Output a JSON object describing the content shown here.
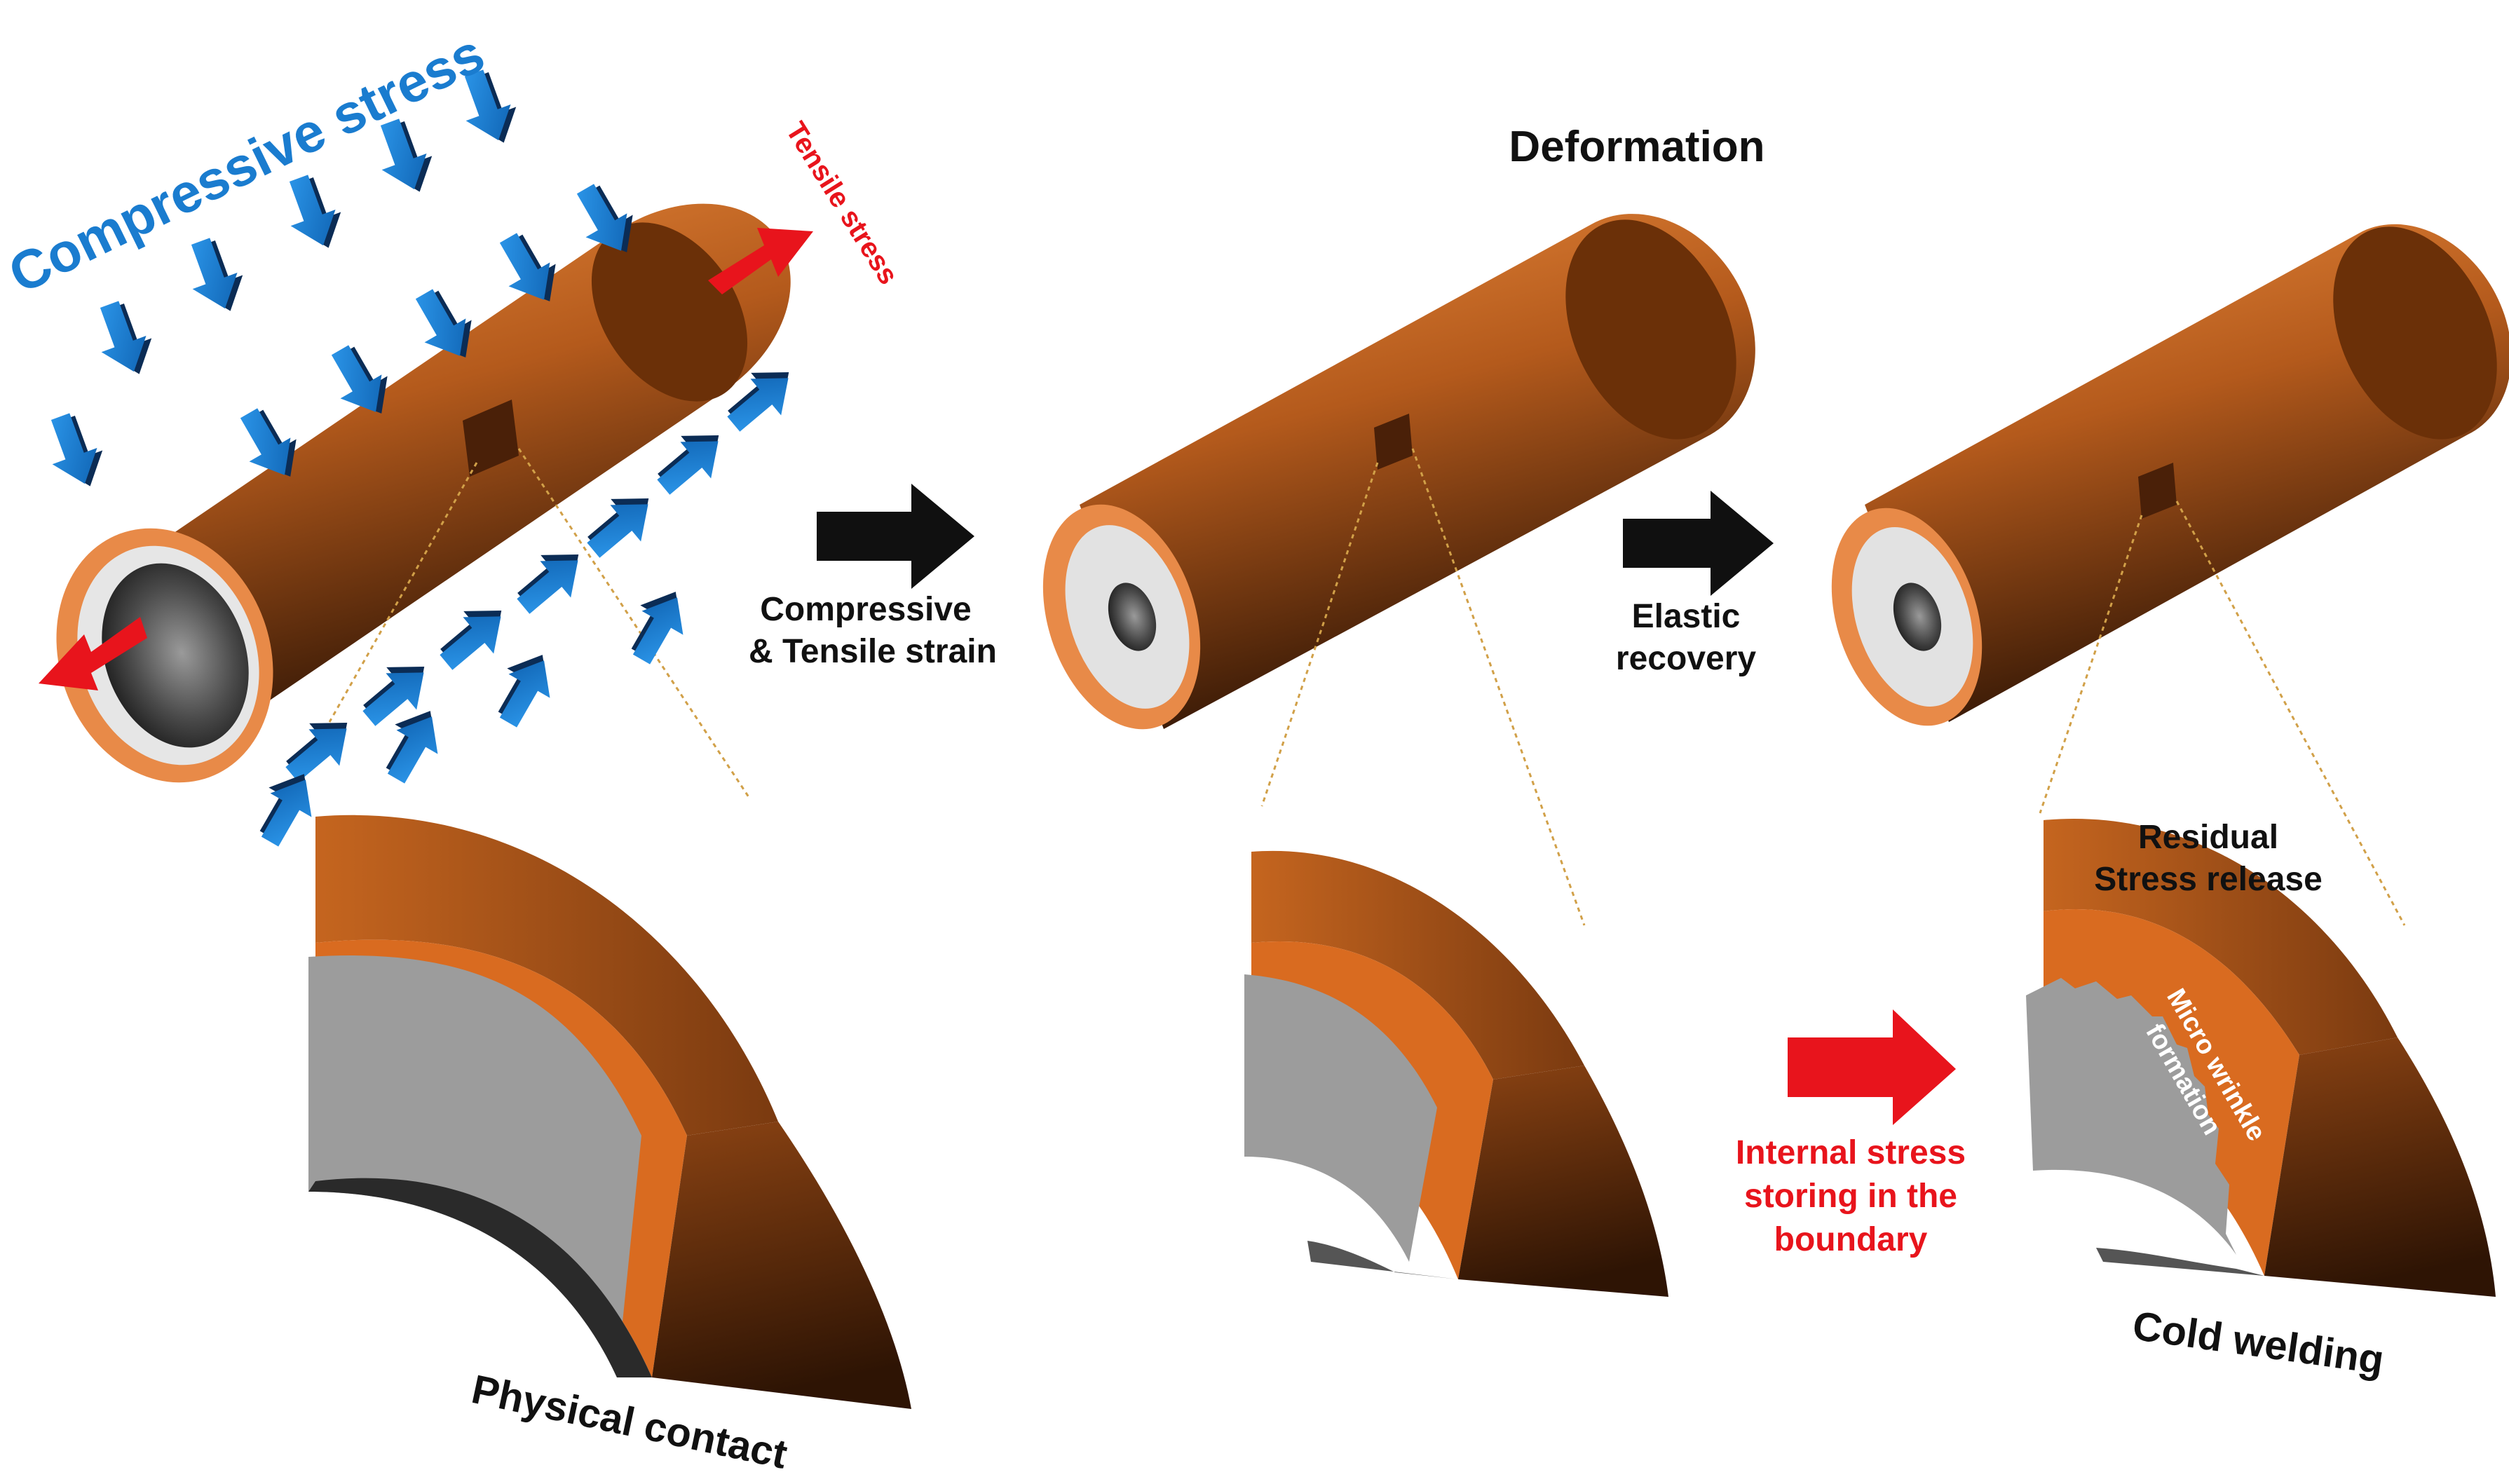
{
  "labels": {
    "compressive_stress": "Compressive stress",
    "tensile_stress": "Tensile stress",
    "deformation": "Deformation",
    "compressive_strain_line1": "Compressive",
    "compressive_strain_line2": "& Tensile strain",
    "elastic_recovery_line1": "Elastic",
    "elastic_recovery_line2": "recovery",
    "internal_stress_line1": "Internal stress",
    "internal_stress_line2": "storing in the",
    "internal_stress_line3": "boundary",
    "residual_line1": "Residual",
    "residual_line2": "Stress release",
    "micro_line1": "Micro wrinkle",
    "micro_line2": "formation",
    "physical_contact": "Physical contact",
    "cold_welding": "Cold welding"
  },
  "colors": {
    "copper_light": "#e07a2c",
    "copper_dark": "#3a1a08",
    "inner_grey": "#9c9c9c",
    "compress_arrow": "#1f7fd0",
    "tensile_arrow": "#e8141c",
    "process_arrow": "#101010",
    "label_blue": "#1a7ccf",
    "label_red": "#e8141c"
  }
}
